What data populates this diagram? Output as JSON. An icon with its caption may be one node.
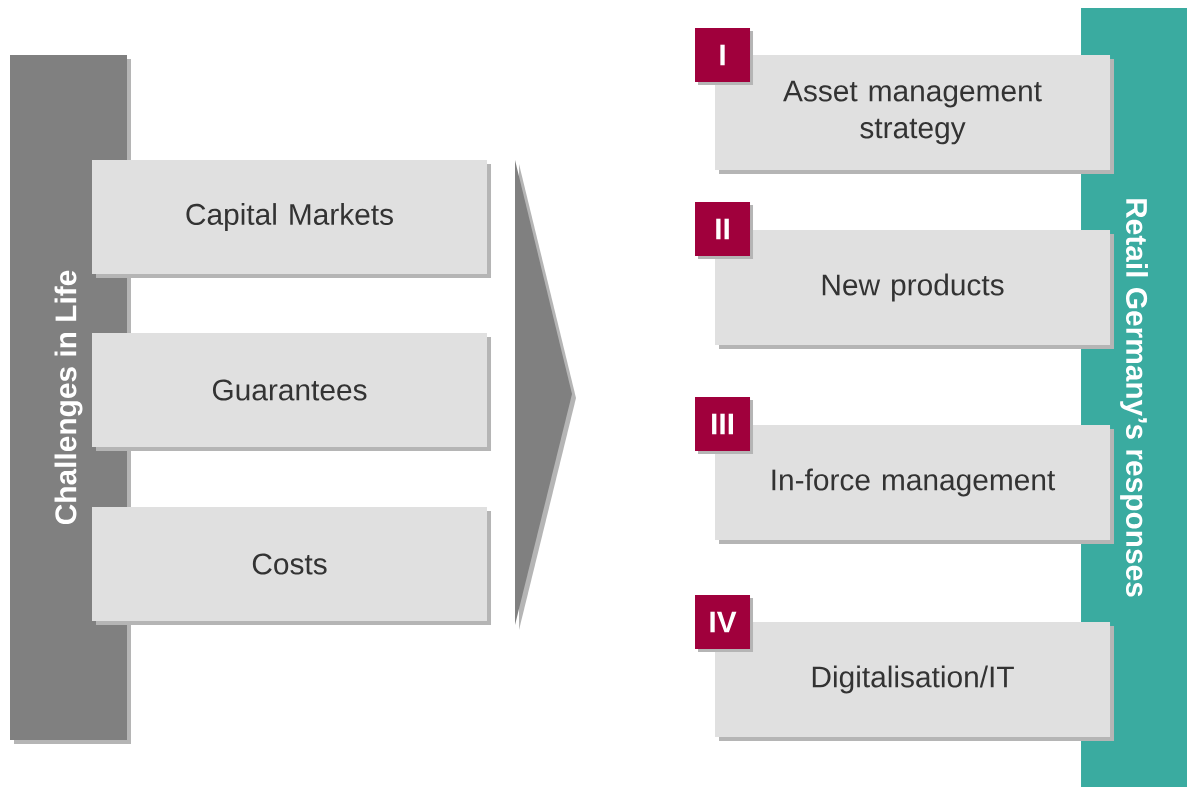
{
  "diagram": {
    "nodes": [
      {
        "text": [
          "Challenges in Life"
        ]
      },
      {
        "text": [
          "Capital Markets"
        ]
      },
      {
        "text": [
          "Guarantees"
        ]
      },
      {
        "text": [
          "Costs"
        ]
      },
      {
        "text": [
          "Retail Germany’s responses"
        ]
      },
      {
        "text": [
          "I"
        ]
      },
      {
        "text": [
          "Asset management strategy"
        ]
      },
      {
        "text": [
          "II"
        ]
      },
      {
        "text": [
          "New products"
        ]
      },
      {
        "text": [
          "III"
        ]
      },
      {
        "text": [
          "In-force management"
        ]
      },
      {
        "text": [
          "IV"
        ]
      },
      {
        "text": [
          "Digitalisation/IT"
        ]
      }
    ],
    "edges": []
  }
}
